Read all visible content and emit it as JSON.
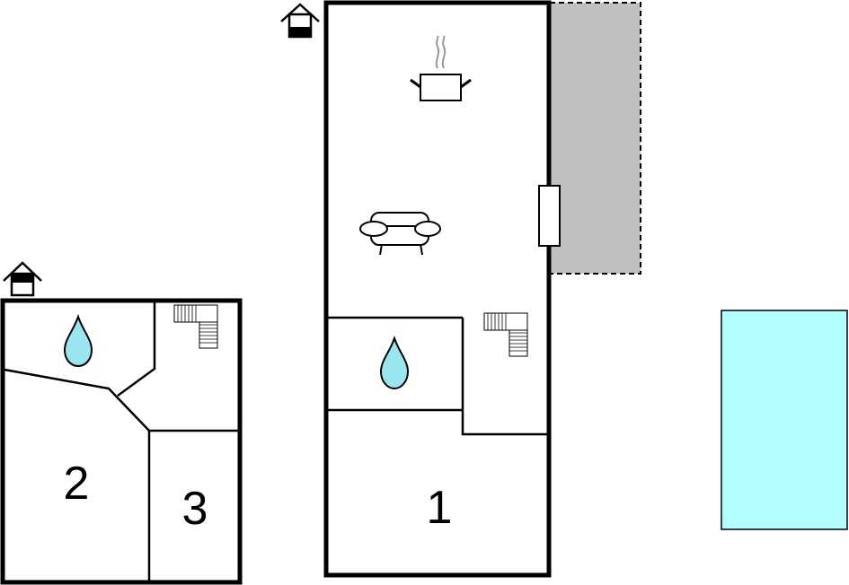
{
  "colors": {
    "wall": "#000000",
    "background": "#ffffff",
    "terrace": "#c0c0c0",
    "pool": "#b3ffff",
    "water_drop": "#99e6f0",
    "smoke": "#999999"
  },
  "floors": [
    {
      "marker_icon": "floor-level-house-icon",
      "rooms": [
        {
          "label": "2"
        },
        {
          "label": "3"
        }
      ],
      "icons": [
        "bathroom-drop-icon",
        "staircase-icon"
      ]
    },
    {
      "marker_icon": "floor-level-house-icon",
      "rooms": [
        {
          "label": "1"
        }
      ],
      "icons": [
        "kitchen-pot-icon",
        "living-sofa-icon",
        "bathroom-drop-icon",
        "staircase-icon"
      ]
    }
  ],
  "outdoor": {
    "terrace_icon": "terrace-area",
    "pool_icon": "swimming-pool"
  }
}
